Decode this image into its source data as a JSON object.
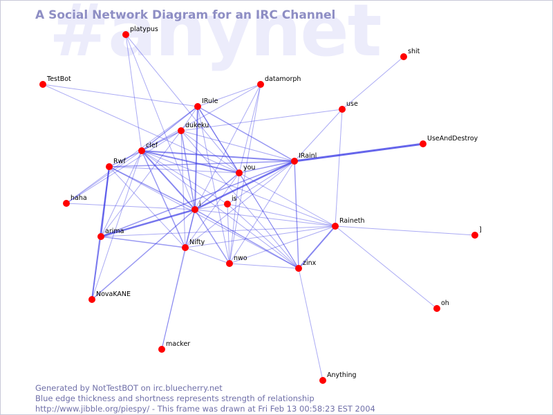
{
  "watermark": "#anynet",
  "title": "A Social Network Diagram for an IRC Channel",
  "footer": {
    "line1": "Generated by NotTestBOT on irc.bluecherry.net",
    "line2": "Blue edge thickness and shortness represents strength of relationship",
    "line3": "http://www.jibble.org/piespy/ - This frame was drawn at Fri Feb 13 00:58:23 EST 2004"
  },
  "colors": {
    "node": "#ff0000",
    "edge": "#3b3be6",
    "title": "#8e8ec4",
    "watermark": "#ececfb",
    "footer": "#6f6fa8"
  },
  "network": {
    "nodes": [
      {
        "id": "platypus",
        "label": "platypus"
      },
      {
        "id": "testbot",
        "label": "TestBot"
      },
      {
        "id": "datamorph",
        "label": "datamorph"
      },
      {
        "id": "shit",
        "label": "shit"
      },
      {
        "id": "irule",
        "label": "IRule"
      },
      {
        "id": "use",
        "label": "use"
      },
      {
        "id": "dukeku",
        "label": "dukeku"
      },
      {
        "id": "useanddestroy",
        "label": "UseAndDestroy"
      },
      {
        "id": "clef",
        "label": "clef"
      },
      {
        "id": "rwf",
        "label": "Rwf"
      },
      {
        "id": "irainl",
        "label": "IRainl"
      },
      {
        "id": "you",
        "label": "you"
      },
      {
        "id": "haha",
        "label": "haha"
      },
      {
        "id": "is",
        "label": "is"
      },
      {
        "id": "i",
        "label": "i"
      },
      {
        "id": "raineth",
        "label": "Raineth"
      },
      {
        "id": "rbracket",
        "label": "]"
      },
      {
        "id": "arima",
        "label": "arima"
      },
      {
        "id": "nifty",
        "label": "Nifty"
      },
      {
        "id": "nwo",
        "label": "nwo"
      },
      {
        "id": "zinx",
        "label": "zinx"
      },
      {
        "id": "novakane",
        "label": "NovaKANE"
      },
      {
        "id": "oh",
        "label": "oh"
      },
      {
        "id": "macker",
        "label": "macker"
      },
      {
        "id": "anything",
        "label": "Anything"
      }
    ],
    "edges": [
      {
        "from": "irainl",
        "to": "useanddestroy",
        "weight": 3
      },
      {
        "from": "i",
        "to": "irainl",
        "weight": 2.5
      },
      {
        "from": "i",
        "to": "arima",
        "weight": 2.5
      },
      {
        "from": "i",
        "to": "irule",
        "weight": 2
      },
      {
        "from": "i",
        "to": "dukeku",
        "weight": 1.5
      },
      {
        "from": "i",
        "to": "clef",
        "weight": 2
      },
      {
        "from": "i",
        "to": "rwf",
        "weight": 1.5
      },
      {
        "from": "i",
        "to": "you",
        "weight": 1.5
      },
      {
        "from": "i",
        "to": "is",
        "weight": 1
      },
      {
        "from": "i",
        "to": "raineth",
        "weight": 1
      },
      {
        "from": "i",
        "to": "nifty",
        "weight": 1.5
      },
      {
        "from": "i",
        "to": "nwo",
        "weight": 1.5
      },
      {
        "from": "i",
        "to": "zinx",
        "weight": 1.5
      },
      {
        "from": "i",
        "to": "novakane",
        "weight": 1.5
      },
      {
        "from": "i",
        "to": "haha",
        "weight": 1
      },
      {
        "from": "i",
        "to": "datamorph",
        "weight": 1
      },
      {
        "from": "i",
        "to": "macker",
        "weight": 1
      },
      {
        "from": "i",
        "to": "platypus",
        "weight": 1
      },
      {
        "from": "clef",
        "to": "irainl",
        "weight": 2
      },
      {
        "from": "clef",
        "to": "you",
        "weight": 2
      },
      {
        "from": "clef",
        "to": "irule",
        "weight": 1.5
      },
      {
        "from": "clef",
        "to": "dukeku",
        "weight": 1.5
      },
      {
        "from": "clef",
        "to": "rwf",
        "weight": 1.5
      },
      {
        "from": "clef",
        "to": "arima",
        "weight": 1
      },
      {
        "from": "clef",
        "to": "haha",
        "weight": 1
      },
      {
        "from": "clef",
        "to": "datamorph",
        "weight": 1
      },
      {
        "from": "clef",
        "to": "is",
        "weight": 1
      },
      {
        "from": "clef",
        "to": "zinx",
        "weight": 1
      },
      {
        "from": "clef",
        "to": "nifty",
        "weight": 1.5
      },
      {
        "from": "clef",
        "to": "novakane",
        "weight": 1
      },
      {
        "from": "clef",
        "to": "platypus",
        "weight": 1
      },
      {
        "from": "clef",
        "to": "raineth",
        "weight": 1
      },
      {
        "from": "irule",
        "to": "irainl",
        "weight": 1.5
      },
      {
        "from": "irule",
        "to": "you",
        "weight": 1.5
      },
      {
        "from": "irule",
        "to": "testbot",
        "weight": 1
      },
      {
        "from": "irule",
        "to": "datamorph",
        "weight": 1
      },
      {
        "from": "irule",
        "to": "dukeku",
        "weight": 1
      },
      {
        "from": "irule",
        "to": "zinx",
        "weight": 1
      },
      {
        "from": "irule",
        "to": "nwo",
        "weight": 1
      },
      {
        "from": "irule",
        "to": "haha",
        "weight": 1
      },
      {
        "from": "rwf",
        "to": "arima",
        "weight": 2
      },
      {
        "from": "rwf",
        "to": "novakane",
        "weight": 2
      },
      {
        "from": "rwf",
        "to": "irainl",
        "weight": 1.5
      },
      {
        "from": "rwf",
        "to": "you",
        "weight": 1
      },
      {
        "from": "rwf",
        "to": "zinx",
        "weight": 1
      },
      {
        "from": "rwf",
        "to": "nifty",
        "weight": 1
      },
      {
        "from": "irainl",
        "to": "arima",
        "weight": 1.5
      },
      {
        "from": "irainl",
        "to": "zinx",
        "weight": 1.5
      },
      {
        "from": "irainl",
        "to": "you",
        "weight": 1.5
      },
      {
        "from": "irainl",
        "to": "dukeku",
        "weight": 1
      },
      {
        "from": "irainl",
        "to": "nwo",
        "weight": 1
      },
      {
        "from": "irainl",
        "to": "nifty",
        "weight": 1
      },
      {
        "from": "irainl",
        "to": "is",
        "weight": 1
      },
      {
        "from": "raineth",
        "to": "zinx",
        "weight": 2
      },
      {
        "from": "raineth",
        "to": "arima",
        "weight": 1
      },
      {
        "from": "raineth",
        "to": "nifty",
        "weight": 1
      },
      {
        "from": "raineth",
        "to": "rbracket",
        "weight": 1
      },
      {
        "from": "raineth",
        "to": "oh",
        "weight": 1
      },
      {
        "from": "raineth",
        "to": "use",
        "weight": 1
      },
      {
        "from": "raineth",
        "to": "nwo",
        "weight": 1
      },
      {
        "from": "raineth",
        "to": "is",
        "weight": 1
      },
      {
        "from": "raineth",
        "to": "you",
        "weight": 1
      },
      {
        "from": "zinx",
        "to": "anything",
        "weight": 1
      },
      {
        "from": "zinx",
        "to": "nwo",
        "weight": 1
      },
      {
        "from": "zinx",
        "to": "you",
        "weight": 1
      },
      {
        "from": "zinx",
        "to": "dukeku",
        "weight": 1
      },
      {
        "from": "arima",
        "to": "nifty",
        "weight": 1.5
      },
      {
        "from": "arima",
        "to": "novakane",
        "weight": 1
      },
      {
        "from": "arima",
        "to": "dukeku",
        "weight": 1
      },
      {
        "from": "you",
        "to": "testbot",
        "weight": 1
      },
      {
        "from": "you",
        "to": "datamorph",
        "weight": 1
      },
      {
        "from": "you",
        "to": "nwo",
        "weight": 1
      },
      {
        "from": "you",
        "to": "nifty",
        "weight": 1
      },
      {
        "from": "you",
        "to": "dukeku",
        "weight": 1
      },
      {
        "from": "is",
        "to": "nwo",
        "weight": 1
      },
      {
        "from": "is",
        "to": "zinx",
        "weight": 1
      },
      {
        "from": "dukeku",
        "to": "use",
        "weight": 1
      },
      {
        "from": "dukeku",
        "to": "nifty",
        "weight": 1
      },
      {
        "from": "dukeku",
        "to": "haha",
        "weight": 1
      },
      {
        "from": "use",
        "to": "shit",
        "weight": 1
      },
      {
        "from": "use",
        "to": "irainl",
        "weight": 1
      },
      {
        "from": "nifty",
        "to": "nwo",
        "weight": 1
      },
      {
        "from": "nifty",
        "to": "macker",
        "weight": 1
      },
      {
        "from": "platypus",
        "to": "you",
        "weight": 1
      },
      {
        "from": "datamorph",
        "to": "nwo",
        "weight": 1
      }
    ]
  }
}
